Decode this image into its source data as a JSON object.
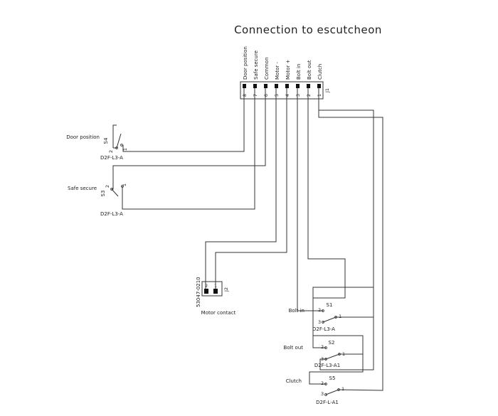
{
  "title": "Connection to escutcheon",
  "connector_j1": {
    "ref": "J1",
    "pins": [
      {
        "num": "8",
        "name": "Door position"
      },
      {
        "num": "7",
        "name": "Safe secure"
      },
      {
        "num": "6",
        "name": "Common"
      },
      {
        "num": "5",
        "name": "Motor -"
      },
      {
        "num": "4",
        "name": "Motor +"
      },
      {
        "num": "3",
        "name": "Bolt in"
      },
      {
        "num": "2",
        "name": "Bolt out"
      },
      {
        "num": "1",
        "name": "Clutch"
      }
    ]
  },
  "connector_j2": {
    "ref": "J2",
    "part": "53047-0210",
    "label": "Motor contact",
    "pins": [
      "2",
      "1"
    ]
  },
  "switches": {
    "s4": {
      "ref": "S4",
      "label": "Door position",
      "part": "D2F-L3-A",
      "pins": [
        "1",
        "2"
      ]
    },
    "s3": {
      "ref": "S3",
      "label": "Safe secure",
      "part": "D2F-L3-A",
      "pins": [
        "1",
        "2"
      ]
    },
    "s1": {
      "ref": "S1",
      "label": "Bolt in",
      "part": "D2F-L3-A",
      "pins": [
        "2",
        "3",
        "1"
      ]
    },
    "s2": {
      "ref": "S2",
      "label": "Bolt out",
      "part": "D2F-L3-A1",
      "pins": [
        "2",
        "3",
        "1"
      ]
    },
    "s5": {
      "ref": "S5",
      "label": "Clutch",
      "part": "D2F-L-A1",
      "pins": [
        "2",
        "3",
        "1"
      ]
    }
  }
}
